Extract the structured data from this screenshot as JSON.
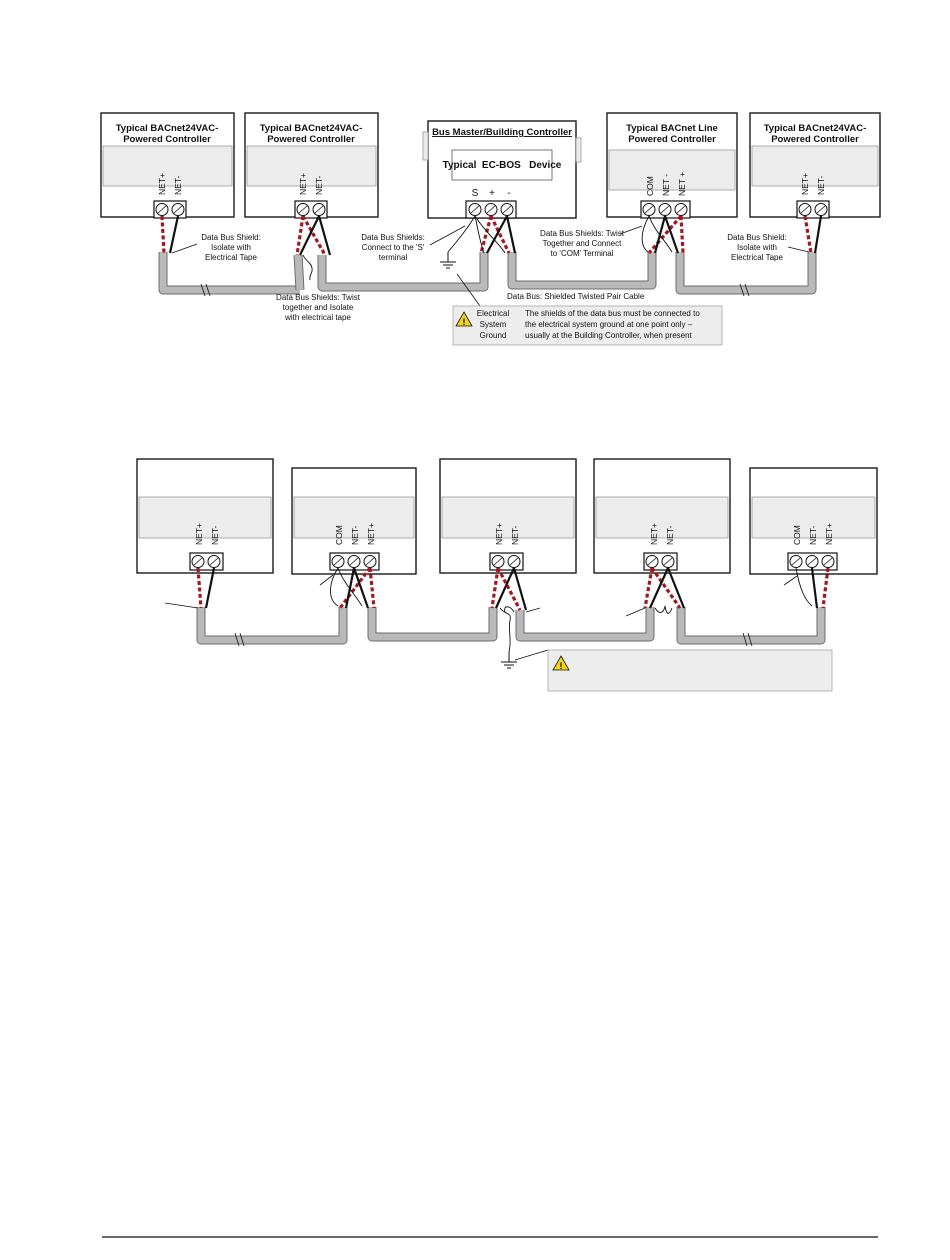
{
  "diagram1": {
    "devices": [
      {
        "title_line1": "Typical BACnet24VAC-",
        "title_line2": "Powered Controller",
        "terminals": [
          "NET+",
          "NET-"
        ]
      },
      {
        "title_line1": "Typical BACnet24VAC-",
        "title_line2": "Powered Controller",
        "terminals": [
          "NET+",
          "NET-"
        ]
      },
      {
        "title_line1": "Bus Master/Building Controller",
        "inner_label": "Typical  EC-BOS   Device",
        "terminals": [
          "S",
          "+",
          "-"
        ]
      },
      {
        "title_line1": "Typical BACnet Line",
        "title_line2": "Powered Controller",
        "terminals": [
          "COM",
          "NET -",
          "NET +"
        ]
      },
      {
        "title_line1": "Typical BACnet24VAC-",
        "title_line2": "Powered Controller",
        "terminals": [
          "NET+",
          "NET-"
        ]
      }
    ],
    "callouts": {
      "shield_isolate_left": [
        "Data Bus Shield:",
        "Isolate with",
        "Electrical Tape"
      ],
      "shield_twist_bottom": [
        "Data Bus Shields: Twist",
        "together and Isolate",
        "with electrical tape"
      ],
      "shield_connect_s": [
        "Data Bus Shields:",
        "Connect to the 'S'",
        "terminal"
      ],
      "shield_twist_com": [
        "Data Bus Shields: Twist",
        "Together and Connect",
        "to 'COM' Terminal"
      ],
      "shield_isolate_right": [
        "Data Bus Shield:",
        "Isolate with",
        "Electrical Tape"
      ],
      "cable_label": "Data Bus: Shielded Twisted Pair Cable"
    },
    "note": {
      "icon": "warning-icon",
      "label": [
        "Electrical",
        "System",
        "Ground"
      ],
      "text": [
        "The shields of the data bus must be connected to",
        "the electrical system ground at one point only –",
        "usually at the Building Controller, when present"
      ]
    }
  },
  "diagram2": {
    "devices": [
      {
        "terminals": [
          "NET+",
          "NET-"
        ]
      },
      {
        "terminals": [
          "COM",
          "NET-",
          "NET+"
        ]
      },
      {
        "terminals": [
          "NET+",
          "NET-"
        ]
      },
      {
        "terminals": [
          "NET+",
          "NET-"
        ]
      },
      {
        "terminals": [
          "COM",
          "NET-",
          "NET+"
        ]
      }
    ],
    "note": {
      "icon": "warning-icon"
    }
  },
  "colors": {
    "wire_red": "#a3181e",
    "wire_black": "#111111",
    "cable": "#b9b9b9",
    "note_bg": "#ededed"
  }
}
